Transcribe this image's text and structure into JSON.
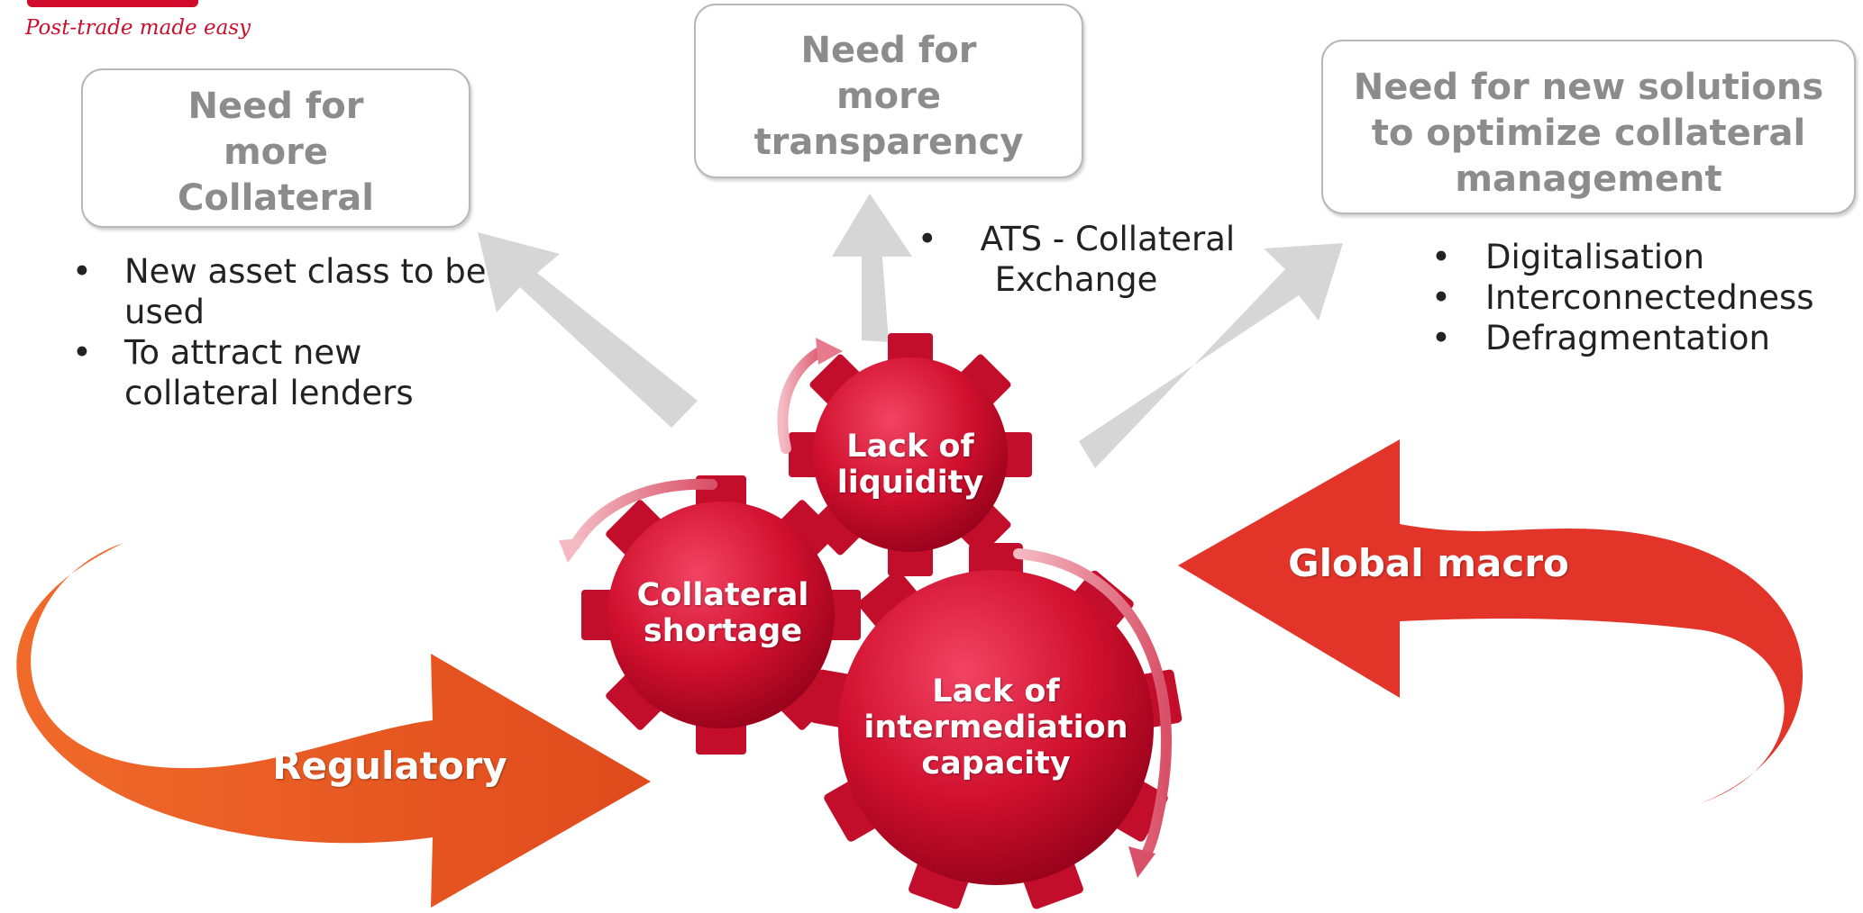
{
  "branding": {
    "tagline": "Post-trade made easy"
  },
  "needs": [
    {
      "title_lines": [
        "Need for",
        "more",
        "Collateral"
      ]
    },
    {
      "title_lines": [
        "Need for",
        "more",
        "transparency"
      ]
    },
    {
      "title_lines": [
        "Need for new solutions",
        "to optimize collateral",
        "management"
      ]
    }
  ],
  "bullets_left": [
    "New asset class to be used",
    "To attract new collateral lenders"
  ],
  "bullet_center": "ATS - Collateral Exchange",
  "bullets_right": [
    "Digitalisation",
    "Interconnectedness",
    "Defragmentation"
  ],
  "gears": {
    "liquidity": "Lack of liquidity",
    "shortage": "Collateral shortage",
    "intermediation": "Lack of intermediation capacity"
  },
  "drivers": {
    "regulatory": "Regulatory",
    "global_macro": "Global macro"
  },
  "colors": {
    "gear_red": "#d0102e",
    "regulatory_orange": "#e8501e",
    "global_macro_red": "#e3342a",
    "arrow_grey": "#d4d4d4",
    "box_text_grey": "#8c8c8c"
  }
}
